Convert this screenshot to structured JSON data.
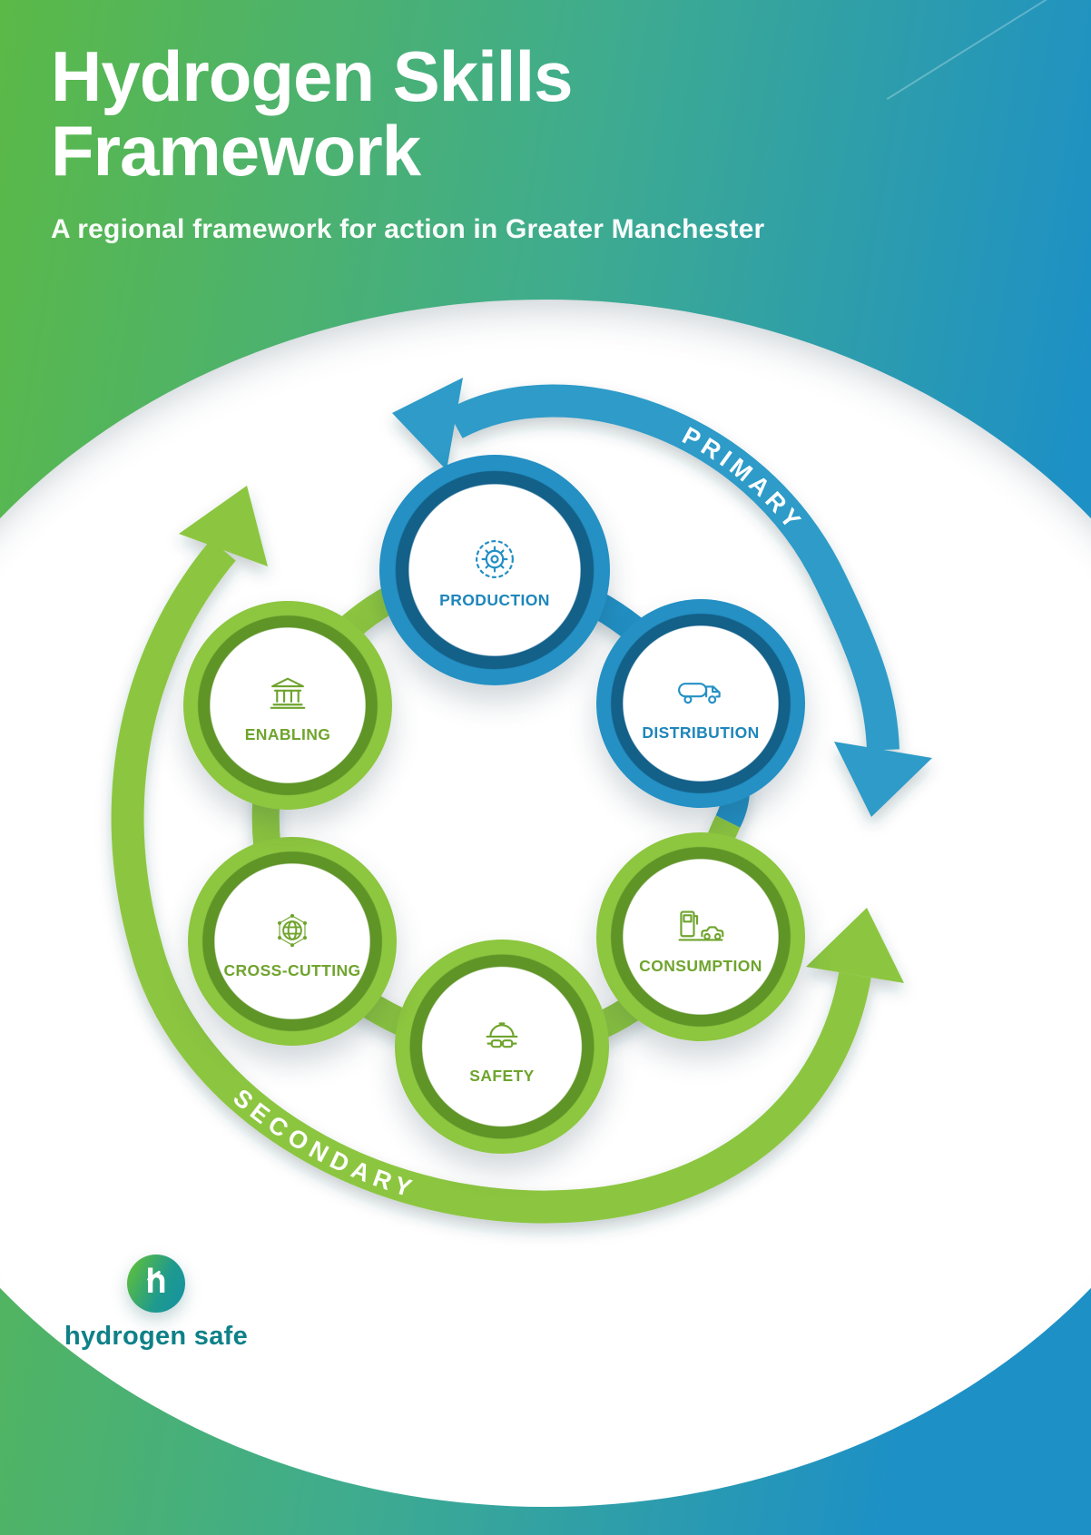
{
  "header": {
    "title": "Hydrogen Skills Framework",
    "subtitle": "A regional framework for action in Greater Manchester"
  },
  "diagram": {
    "primary_arc_label": "PRIMARY",
    "secondary_arc_label": "SECONDARY",
    "nodes": [
      {
        "label": "PRODUCTION",
        "icon": "gear-cycle-icon",
        "group": "primary"
      },
      {
        "label": "DISTRIBUTION",
        "icon": "tanker-truck-icon",
        "group": "primary"
      },
      {
        "label": "CONSUMPTION",
        "icon": "fuel-pump-car-icon",
        "group": "secondary"
      },
      {
        "label": "SAFETY",
        "icon": "hard-hat-goggles-icon",
        "group": "secondary"
      },
      {
        "label": "CROSS-CUTTING",
        "icon": "globe-network-icon",
        "group": "secondary"
      },
      {
        "label": "ENABLING",
        "icon": "institution-building-icon",
        "group": "secondary"
      }
    ]
  },
  "logo": {
    "monogram": "h",
    "wordmark": "hydrogen safe"
  },
  "colors": {
    "brand_green": "#8DC63F",
    "brand_green_dark": "#5F9427",
    "brand_blue": "#2490C4",
    "brand_blue_dark": "#136089",
    "label_green": "#6FA42D",
    "label_blue": "#1E86BB",
    "background_gradient_left": "#5BB947",
    "background_gradient_right": "#1D90C6",
    "logo_teal": "#0E8188",
    "surface_white": "#FFFFFF"
  }
}
